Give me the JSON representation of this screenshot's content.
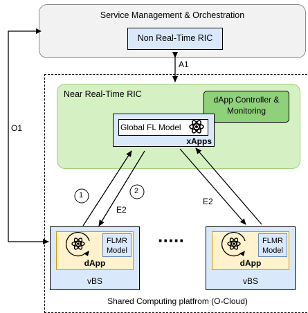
{
  "smo": {
    "title": "Service Management & Orchestration"
  },
  "non_rt_ric": {
    "label": "Non Real-Time RIC"
  },
  "interfaces": {
    "a1": "A1",
    "o1": "O1",
    "e2_left": "E2",
    "e2_right": "E2"
  },
  "near_rt_ric": {
    "title": "Near Real-Time RIC",
    "dapp_controller": {
      "line1": "dApp Controller &",
      "line2": "Monitoring"
    },
    "global_model": "Global FL Model",
    "xapps": "xApps"
  },
  "steps": {
    "step1": "1",
    "step2": "2"
  },
  "left_node": {
    "model_line1": "FLMR",
    "model_line2": "Model",
    "dapp": "dApp",
    "vbs": "vBS"
  },
  "right_node": {
    "model_line1": "FLMR",
    "model_line2": "Model",
    "dapp": "dApp",
    "vbs": "vBS"
  },
  "ellipsis": "·····",
  "cloud": {
    "label": "Shared Computing platfrom (O-Cloud)"
  }
}
